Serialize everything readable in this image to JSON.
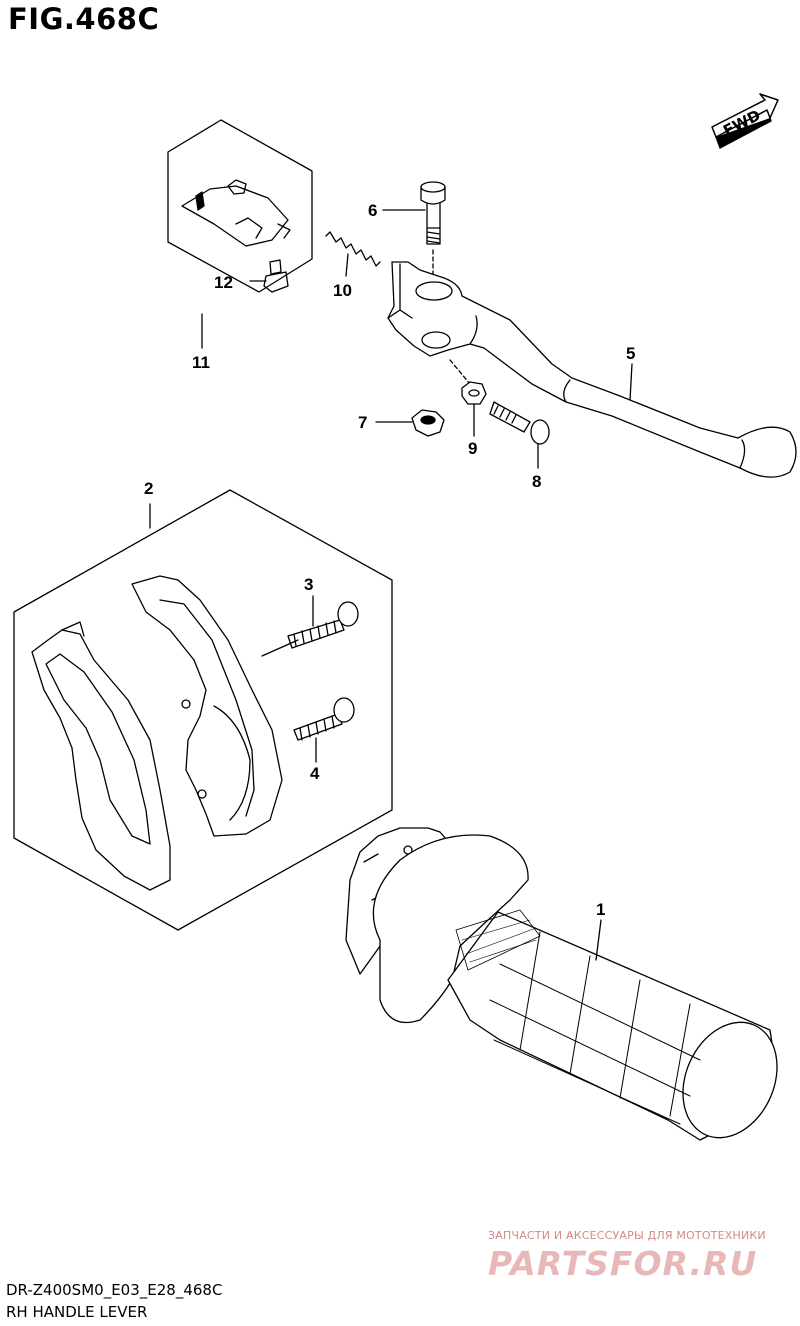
{
  "figure": {
    "title": "FIG.468C",
    "code": "DR-Z400SM0_E03_E28_468C",
    "name": "RH HANDLE LEVER"
  },
  "direction_badge": "FWD",
  "callouts": {
    "p1": "1",
    "p2": "2",
    "p3": "3",
    "p4": "4",
    "p5": "5",
    "p6": "6",
    "p7": "7",
    "p8": "8",
    "p9": "9",
    "p10": "10",
    "p11": "11",
    "p12": "12"
  },
  "watermark": {
    "tagline": "ЗАПЧАСТИ И АКСЕССУАРЫ ДЛЯ МОТОТЕХНИКИ",
    "logo": "PARTSFOR.RU"
  }
}
